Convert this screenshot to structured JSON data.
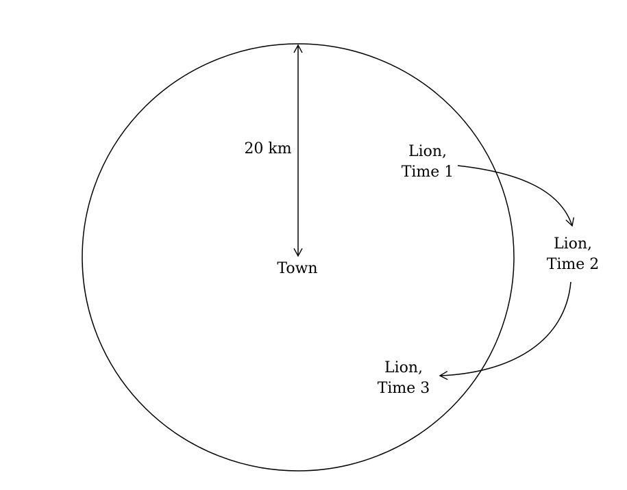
{
  "diagram": {
    "radius_label": "20 km",
    "center_label": "Town",
    "lion_positions": [
      {
        "line1": "Lion,",
        "line2": "Time 1"
      },
      {
        "line1": "Lion,",
        "line2": "Time 2"
      },
      {
        "line1": "Lion,",
        "line2": "Time 3"
      }
    ],
    "colors": {
      "stroke": "#000000",
      "background": "#ffffff"
    }
  }
}
